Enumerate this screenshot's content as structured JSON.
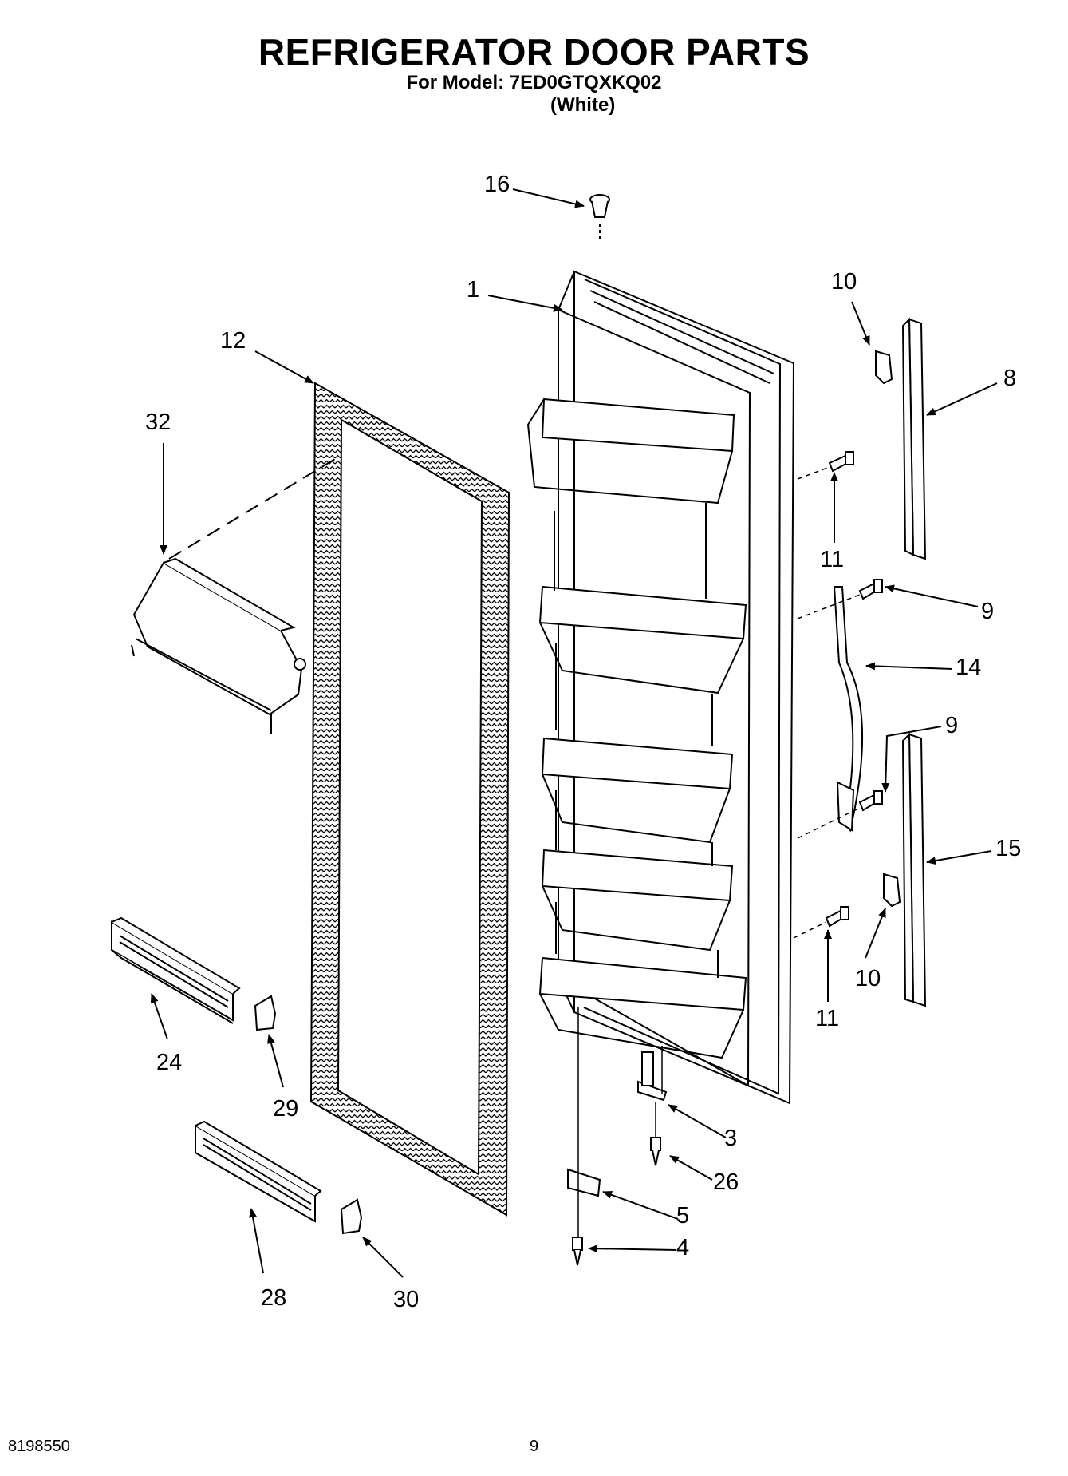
{
  "header": {
    "title": "REFRIGERATOR DOOR PARTS",
    "model_line": "For Model: 7ED0GTQXKQ02",
    "variant": "(White)"
  },
  "parts": [
    {
      "id": "p16a",
      "label": "16"
    },
    {
      "id": "p1",
      "label": "1"
    },
    {
      "id": "p10a",
      "label": "10"
    },
    {
      "id": "p8",
      "label": "8"
    },
    {
      "id": "p12",
      "label": "12"
    },
    {
      "id": "p32",
      "label": "32"
    },
    {
      "id": "p11a",
      "label": "11"
    },
    {
      "id": "p9a",
      "label": "9"
    },
    {
      "id": "p14",
      "label": "14"
    },
    {
      "id": "p9b",
      "label": "9"
    },
    {
      "id": "p15",
      "label": "15"
    },
    {
      "id": "p10b",
      "label": "10"
    },
    {
      "id": "p11b",
      "label": "11"
    },
    {
      "id": "p24",
      "label": "24"
    },
    {
      "id": "p29",
      "label": "29"
    },
    {
      "id": "p3",
      "label": "3"
    },
    {
      "id": "p26",
      "label": "26"
    },
    {
      "id": "p5",
      "label": "5"
    },
    {
      "id": "p4",
      "label": "4"
    },
    {
      "id": "p28",
      "label": "28"
    },
    {
      "id": "p30",
      "label": "30"
    }
  ],
  "footer": {
    "doc_number": "8198550",
    "page_number": "9"
  }
}
